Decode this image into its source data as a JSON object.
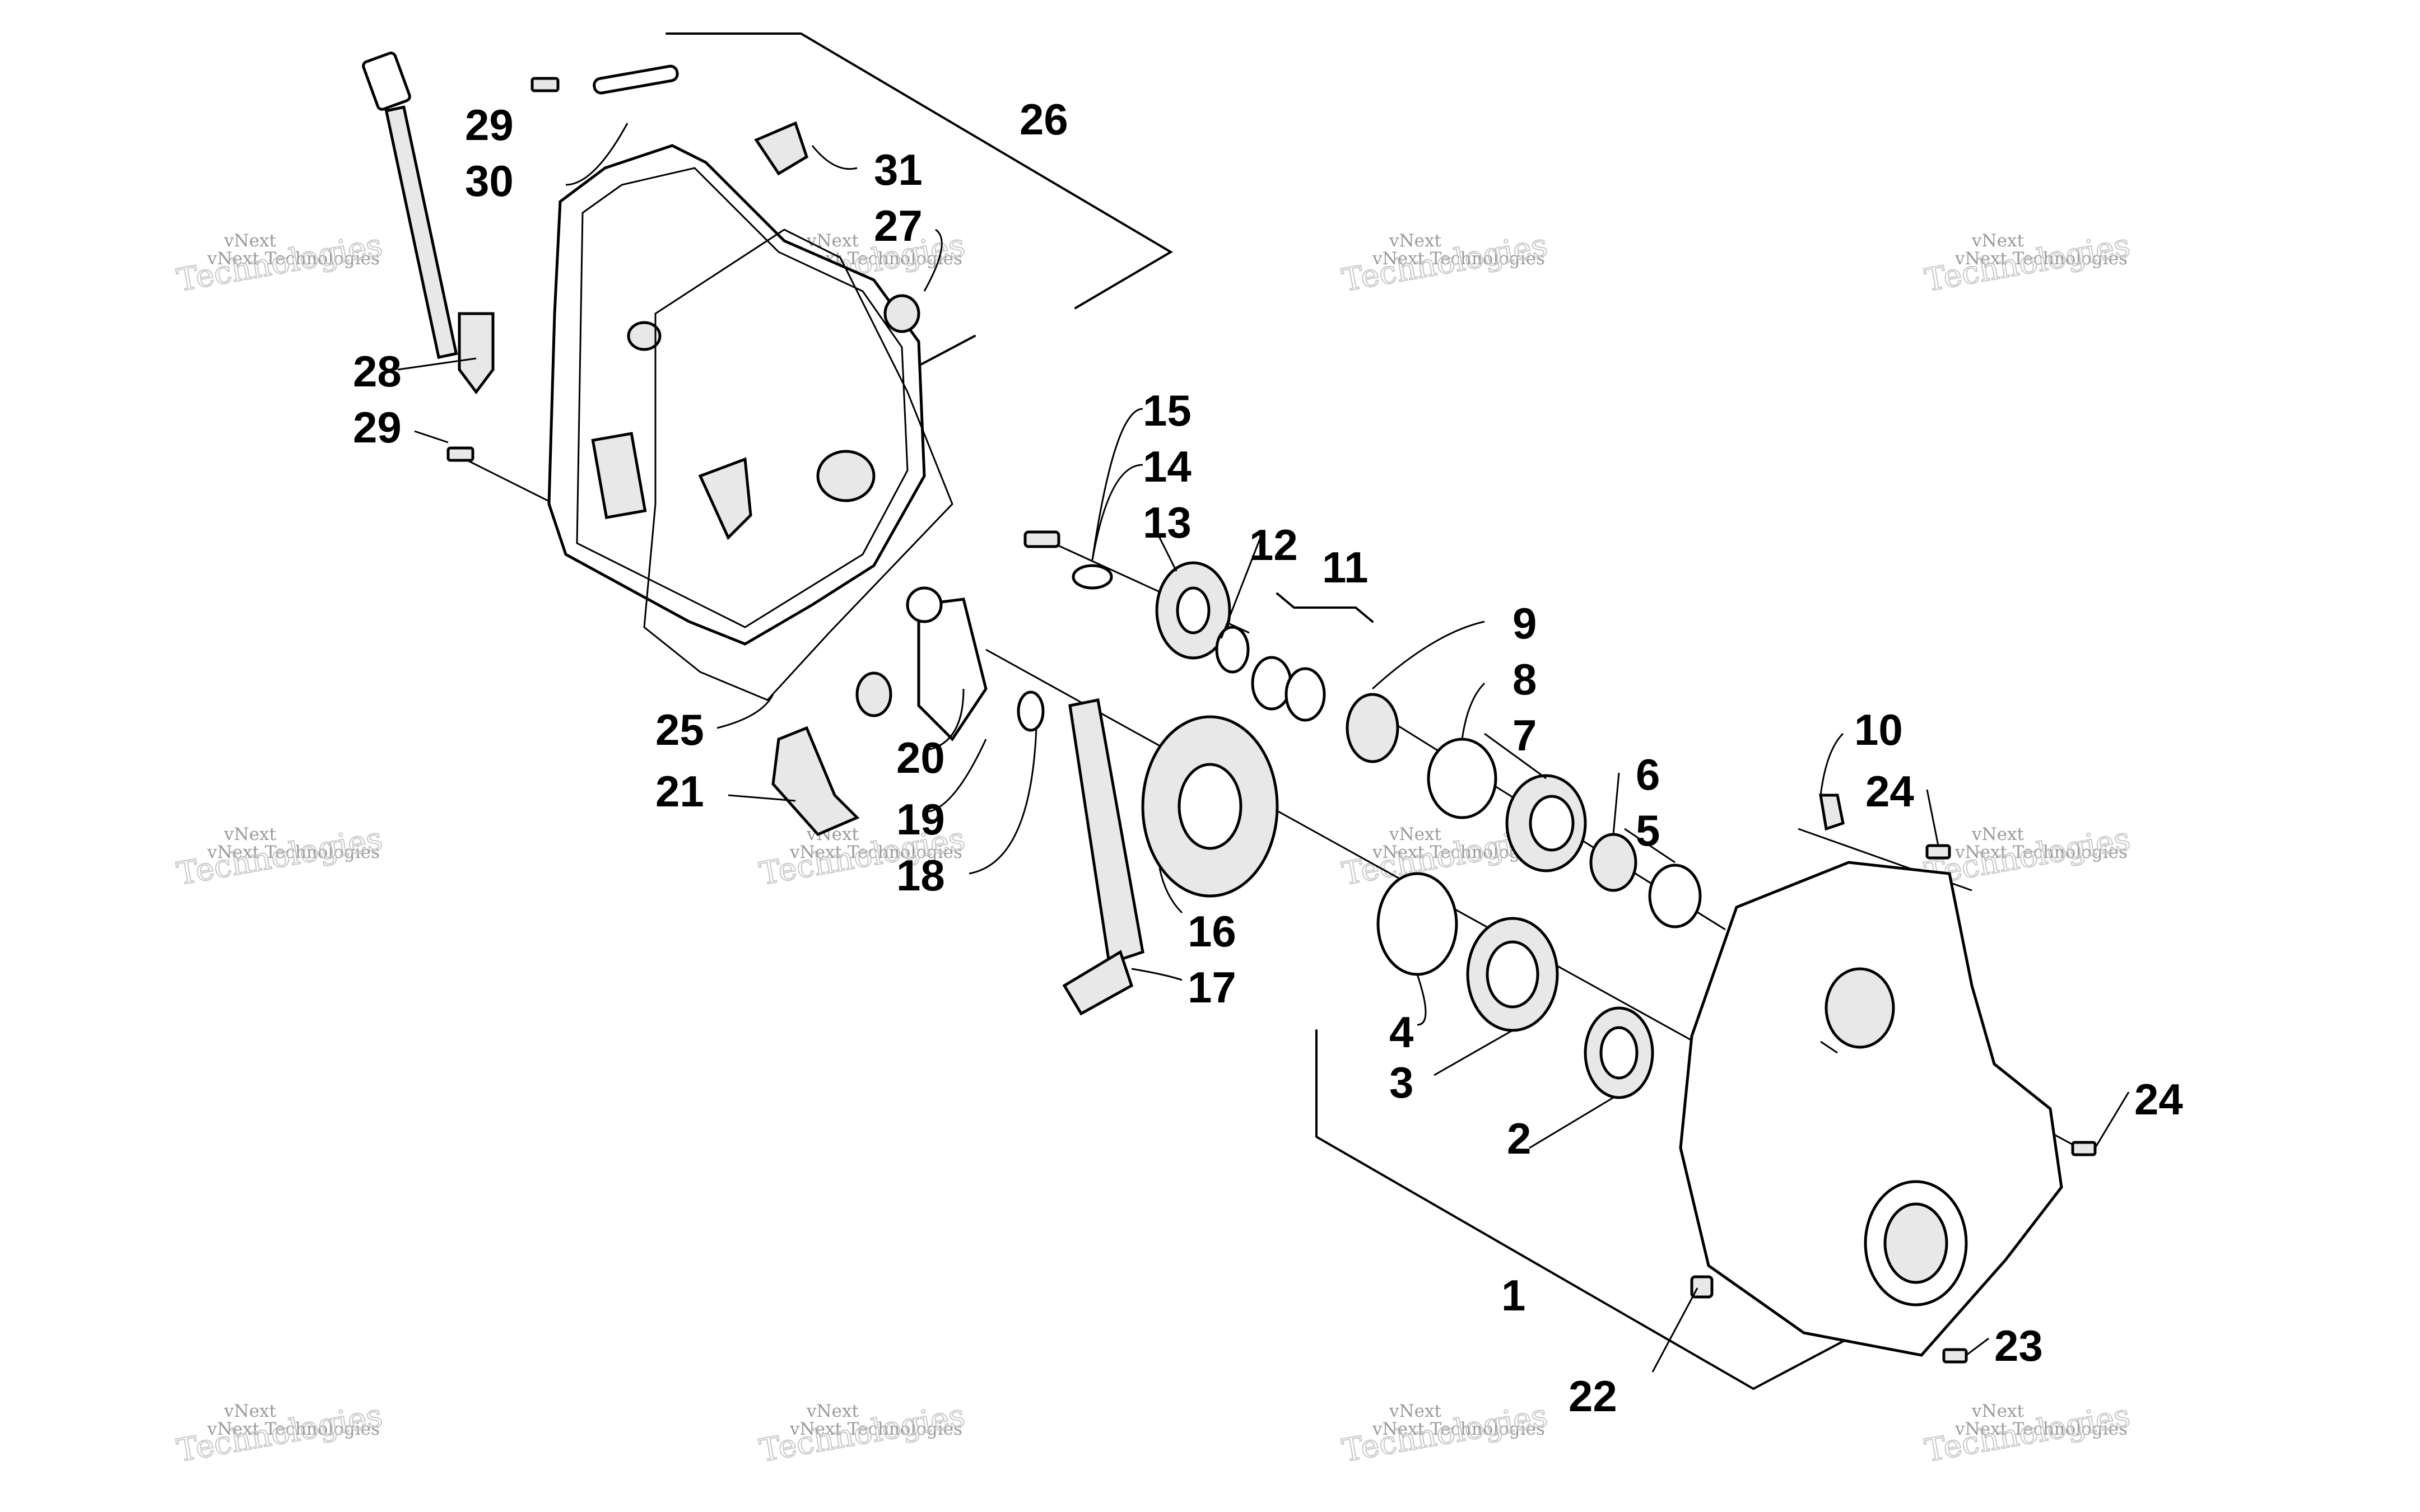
{
  "watermark": {
    "line1": "vNext",
    "line2": "vNext Technologies",
    "line3": "Technologies"
  },
  "callouts": [
    "1",
    "2",
    "3",
    "4",
    "5",
    "6",
    "7",
    "8",
    "9",
    "10",
    "11",
    "12",
    "13",
    "14",
    "15",
    "16",
    "17",
    "18",
    "19",
    "20",
    "21",
    "22",
    "23",
    "24",
    "24",
    "25",
    "26",
    "27",
    "28",
    "29",
    "29",
    "30",
    "31"
  ]
}
